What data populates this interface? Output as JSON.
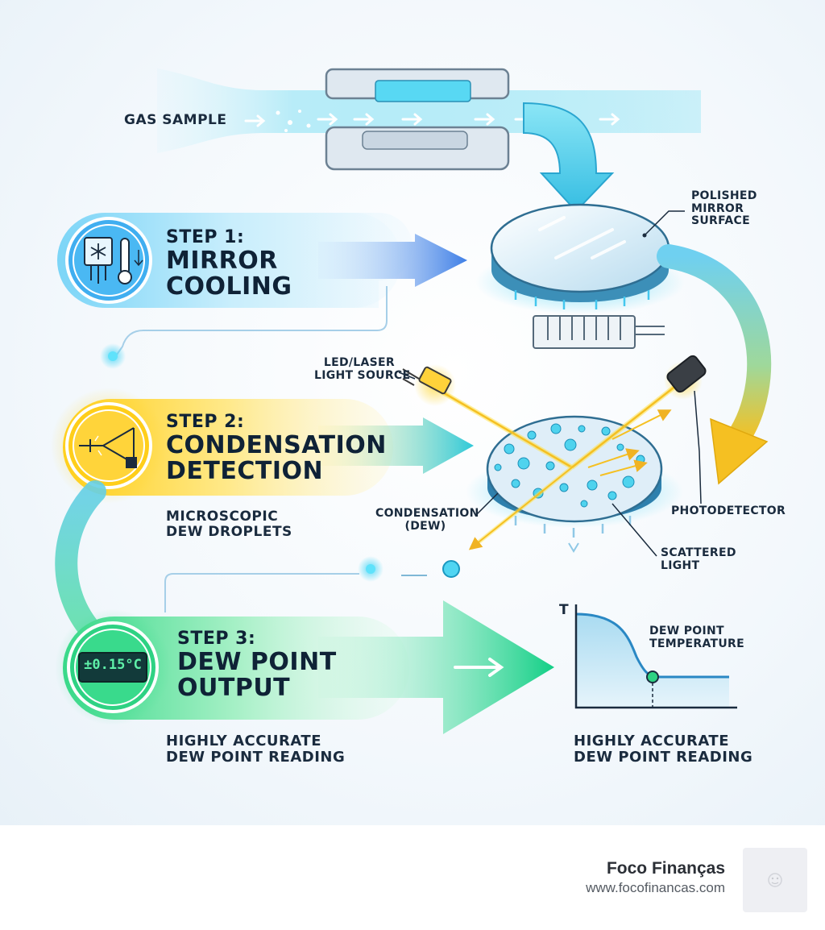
{
  "gas_sample": "GAS SAMPLE",
  "mirror": {
    "label_line1": "POLISHED",
    "label_line2": "MIRROR",
    "label_line3": "SURFACE"
  },
  "light_source": {
    "line1": "LED/LASER",
    "line2": "LIGHT SOURCE"
  },
  "photodetector": "PHOTODETECTOR",
  "condensation": {
    "line1": "CONDENSATION",
    "line2": "(DEW)"
  },
  "scattered": {
    "line1": "SCATTERED",
    "line2": "LIGHT"
  },
  "step1": {
    "number": "STEP 1:",
    "title_line1": "MIRROR",
    "title_line2": "COOLING"
  },
  "step2": {
    "number": "STEP 2:",
    "title_line1": "CONDENSATION",
    "title_line2": "DETECTION",
    "note_line1": "MICROSCOPIC",
    "note_line2": "DEW DROPLETS"
  },
  "step3": {
    "number": "STEP 3:",
    "title_line1": "DEW POINT",
    "title_line2": "OUTPUT",
    "display": "±0.15°C",
    "note_line1": "HIGHLY ACCURATE",
    "note_line2": "DEW POINT READING"
  },
  "graph": {
    "axis_label": "T",
    "point_line1": "DEW POINT",
    "point_line2": "TEMPERATURE",
    "note_line1": "HIGHLY ACCURATE",
    "note_line2": "DEW POINT READING"
  },
  "footer": {
    "brand": "Foco Finanças",
    "url": "www.focofinancas.com"
  },
  "colors": {
    "cyan": "#35c9e8",
    "blue": "#3f86e6",
    "yellow": "#f6c21b",
    "green": "#1fd27a",
    "text": "#1a2b3e"
  }
}
